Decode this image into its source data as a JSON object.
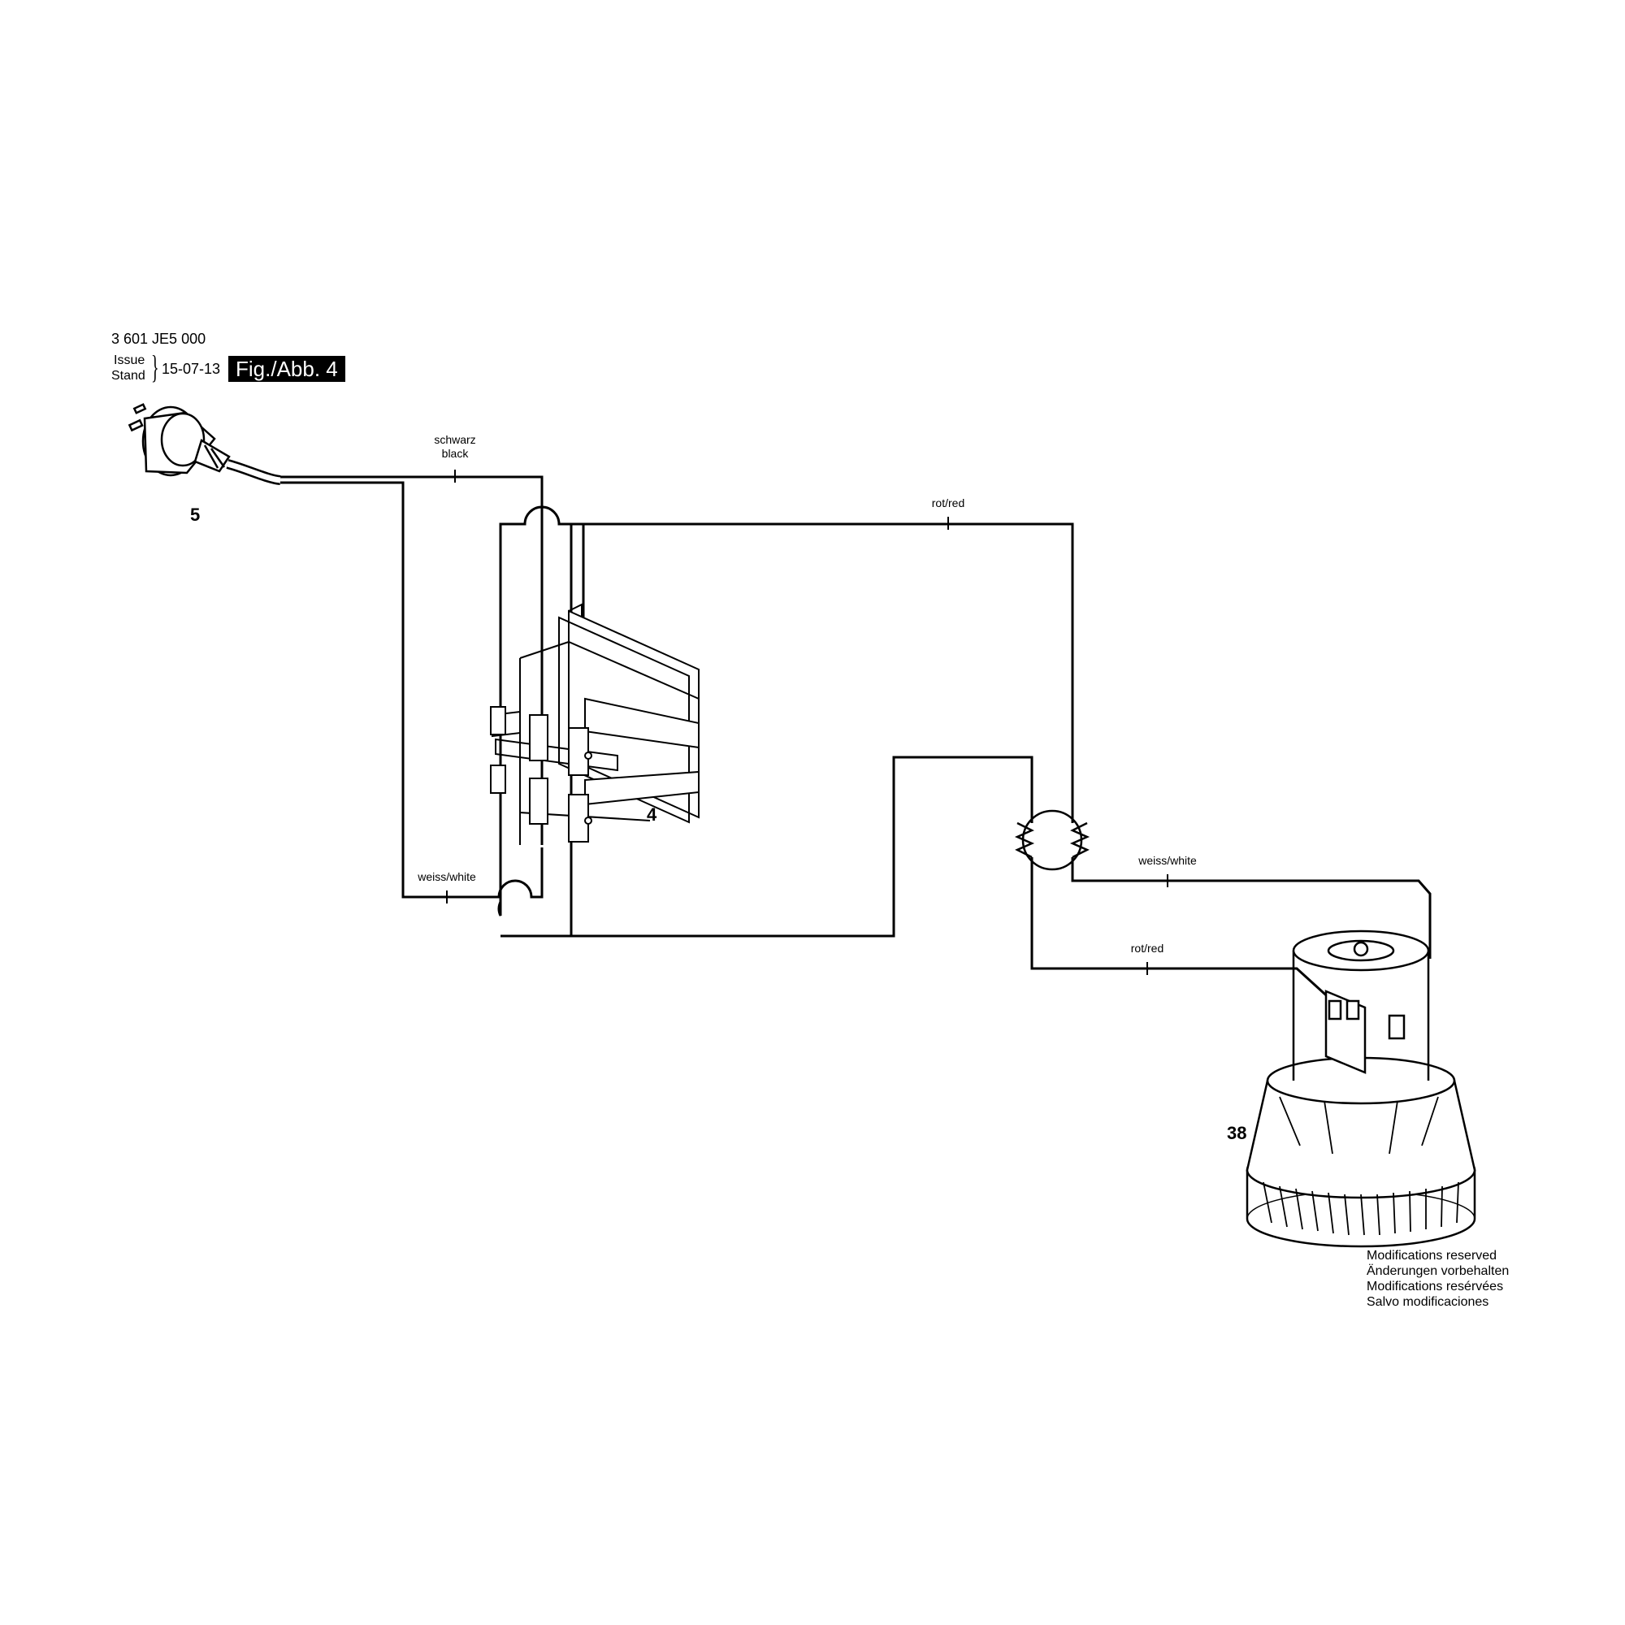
{
  "header": {
    "doc_number": "3 601 JE5 000",
    "issue_word": "Issue",
    "stand_word": "Stand",
    "brace": "}",
    "issue_date": "15-07-13",
    "figure": "Fig./Abb. 4"
  },
  "wire_labels": {
    "black": [
      "schwarz",
      "black"
    ],
    "red_top": "rot/red",
    "white_left": "weiss/white",
    "white_right": "weiss/white",
    "red_bottom": "rot/red"
  },
  "parts": {
    "plug": "5",
    "switch": "4",
    "motor": "38"
  },
  "notes": [
    "Modifications reserved",
    "Änderungen vorbehalten",
    "Modifications resérvées",
    "Salvo modificaciones"
  ]
}
